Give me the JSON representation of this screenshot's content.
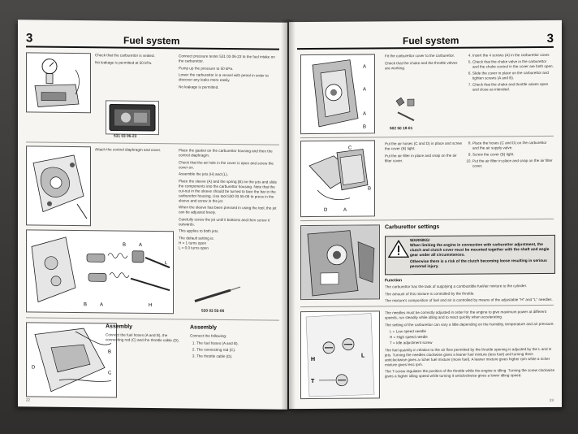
{
  "left": {
    "page_num": "3",
    "title": "Fuel system",
    "folio": "22",
    "sec1": {
      "col1": [
        "Check that the carburettor is sealed.",
        "No leakage is permitted at 50 kPa."
      ],
      "col2": [
        "Connect pressure tester 531 03 06-23 to the fuel intake on the carburettor.",
        "Pump up the pressure to 50 kPa.",
        "Lower the carburettor in a vessel with petrol in order to discover any leaks more easily.",
        "No leakage is permitted."
      ],
      "part": "531 03 06-23"
    },
    "sec2": {
      "col1": [
        "Attach the control diaphragm and cover."
      ],
      "col2": [
        "Place the gasket on the carburettor housing and then the control diaphragm.",
        "Check that the air hole in the cover is open and screw the cover on.",
        "Assemble the jets (H) and (L).",
        "Place the sleeve (A) and the spring (B) on the jets and slide the components into the carburettor housing. Note that the cut-out in the sleeve should be turned to face the bar in the carburettor housing. Use tool 530 03 55-06 to press in the sleeve and screw in the jet.",
        "When the sleeve has been pressed in using the tool, the jet can be adjusted freely.",
        "Carefully screw the jet until it bottoms and then screw it outwards.",
        "This applies to both jets.",
        "The default setting is:",
        "H = 1 turns open",
        "L = 0.0 turns open"
      ],
      "part": "530 03 55-06"
    },
    "sec3": {
      "heading1": "Assembly",
      "text1": "Connect the fuel hoses (A and B), the connecting rod (C) and the throttle cable (D).",
      "heading2": "Assembly",
      "intro2": "Connect the following:",
      "items": [
        "The fuel hoses (A and B).",
        "The connecting rod (C).",
        "The throttle cable (D)."
      ]
    },
    "labels": {
      "b": "B",
      "a": "A",
      "l": "L",
      "h": "H",
      "c": "C",
      "d": "D"
    }
  },
  "right": {
    "page_num": "3",
    "title": "Fuel system",
    "folio": "23",
    "sec1": {
      "col1": [
        "Fit the carburettor cover to the carburettor.",
        "Check that the choke and the throttle valves are working."
      ],
      "col2": [
        "Insert the 4 screws (A) in the carburettor cover.",
        "Check that the choke valve in the carburettor and the choke control in the cover are both open.",
        "Slide the cover in place on the carburettor and tighten screws (A and B).",
        "Check that the choke and throttle valves open and close as intended."
      ],
      "part": "502 50 18-01"
    },
    "sec2": {
      "col1": [
        "Put the air hoses (C and D) in place and screw the cover (B) tight.",
        "Put the air filter in place and snap on the air filter cover."
      ],
      "col2": [
        "Place the hoses (C and D) on the carburettor and the air supply valve.",
        "Screw the cover (B) tight.",
        "Put the air filter in place and snap on the air filter cover."
      ]
    },
    "sec3": {
      "heading": "Carburettor settings",
      "warning_title": "WARNING!",
      "warning_text": "When limiting the engine in connection with carburettor adjustment, the clutch and clutch cover must be mounted together with the shaft and angle gear under all circumstances.",
      "warning_text2": "Otherwise there is a risk of the clutch becoming loose resulting in serious personal injury.",
      "function_heading": "Function",
      "function_text": [
        "The carburettor has the task of supplying a combustible fuel/air mixture to the cylinder.",
        "The amount of this mixture is controlled by the throttle.",
        "The mixture's composition of fuel and air is controlled by means of the adjustable \"H\" and \"L\" needles."
      ]
    },
    "sec4": {
      "text": [
        "The needles must be correctly adjusted in order for the engine to give maximum power at different speeds, run steadily while idling and to react quickly when accelerating.",
        "The setting of the carburettor can vary a little depending on the humidity, temperature and air pressure.",
        "L = Low speed needle",
        "H = High speed needle",
        "T = Idle adjustment screw",
        "The fuel quantity in relation to the air flow permitted by the throttle opening is adjusted by the L and H jets. Turning the needles clockwise gives a leaner fuel mixture (less fuel) and turning them anticlockwise gives a richer fuel mixture (more fuel). A leaner mixture gives higher rpm while a richer mixture gives less rpm.",
        "The T-screw regulates the position of the throttle while the engine is idling. Turning the screw clockwise gives a higher idling speed while turning it anticlockwise gives a lower idling speed."
      ]
    },
    "labels": {
      "a": "A",
      "b": "B",
      "c": "C",
      "d": "D",
      "h": "H",
      "l": "L",
      "t": "T"
    }
  }
}
